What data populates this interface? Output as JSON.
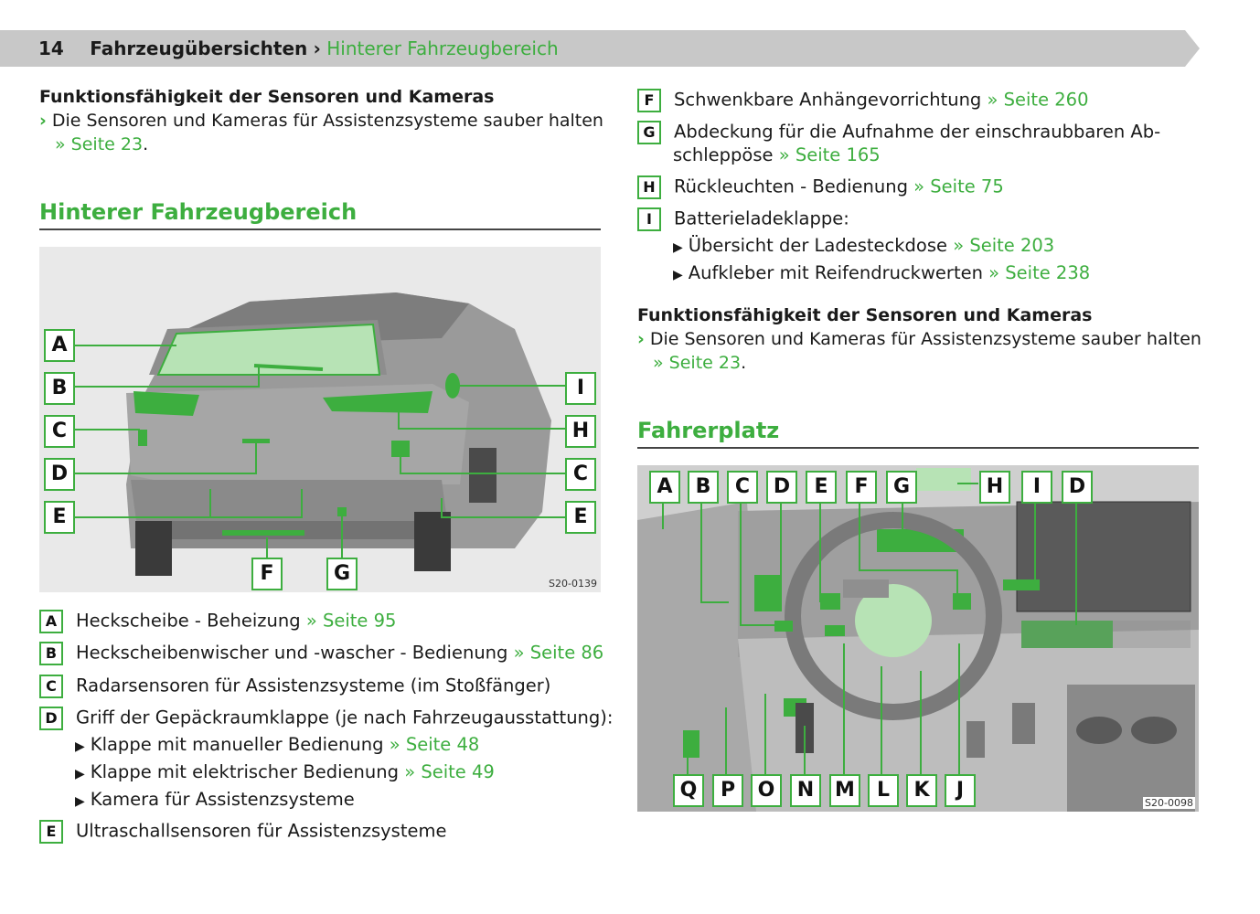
{
  "header": {
    "page_number": "14",
    "section": "Fahrzeugübersichten",
    "separator": "›",
    "subsection": "Hinterer Fahrzeugbereich"
  },
  "left_top": {
    "heading": "Funktionsfähigkeit der Sensoren und Kameras",
    "bullet_chevron": "›",
    "bullet_text": "Die Sensoren und Kameras für Assistenzsysteme sauber halten",
    "bullet_link": "» Seite 23",
    "bullet_end": "."
  },
  "rear_section": {
    "title": "Hinterer Fahrzeugbereich"
  },
  "rear_figure": {
    "code": "S20-0139",
    "labels_left": [
      "A",
      "B",
      "C",
      "D",
      "E"
    ],
    "labels_right": [
      "I",
      "H",
      "C",
      "E"
    ],
    "labels_bottom": [
      "F",
      "G"
    ]
  },
  "rear_legend": [
    {
      "key": "A",
      "text": "Heckscheibe - Beheizung",
      "link": "» Seite 95"
    },
    {
      "key": "B",
      "text": "Heckscheibenwischer und -wascher - Bedienung",
      "link": "» Seite 86"
    },
    {
      "key": "C",
      "text": "Radarsensoren für Assistenzsysteme (im Stoßfänger)",
      "link": ""
    },
    {
      "key": "D",
      "text": "Griff der Gepäckraumklappe (je nach Fahrzeugausstattung):",
      "link": ""
    },
    {
      "key": "E",
      "text": "Ultraschallsensoren für Assistenzsysteme",
      "link": ""
    }
  ],
  "rear_legend_d_sub": [
    {
      "text": "Klappe mit manueller Bedienung",
      "link": "» Seite 48"
    },
    {
      "text": "Klappe mit elektrischer Bedienung",
      "link": "» Seite 49"
    },
    {
      "text": "Kamera für Assistenzsysteme",
      "link": ""
    }
  ],
  "right_legend": [
    {
      "key": "F",
      "text": "Schwenkbare Anhängevorrichtung",
      "link": "» Seite 260"
    },
    {
      "key": "G",
      "text": "Abdeckung für die Aufnahme der einschraubbaren Ab-",
      "text2": "schleppöse",
      "link": "» Seite 165"
    },
    {
      "key": "H",
      "text": "Rückleuchten - Bedienung",
      "link": "» Seite 75"
    },
    {
      "key": "I",
      "text": "Batterieladeklappe:",
      "link": ""
    }
  ],
  "right_legend_i_sub": [
    {
      "text": "Übersicht der Ladesteckdose",
      "link": "» Seite 203"
    },
    {
      "text": "Aufkleber mit Reifendruckwerten",
      "link": "» Seite 238"
    }
  ],
  "right_mid": {
    "heading": "Funktionsfähigkeit der Sensoren und Kameras",
    "bullet_chevron": "›",
    "bullet_text": "Die Sensoren und Kameras für Assistenzsysteme sauber halten",
    "bullet_link": "» Seite 23",
    "bullet_end": "."
  },
  "driver_section": {
    "title": "Fahrerplatz"
  },
  "driver_figure": {
    "code": "S20-0098",
    "labels_top": [
      "A",
      "B",
      "C",
      "D",
      "E",
      "F",
      "G",
      "H",
      "I",
      "D"
    ],
    "labels_bottom": [
      "Q",
      "P",
      "O",
      "N",
      "M",
      "L",
      "K",
      "J"
    ]
  },
  "colors": {
    "accent": "#3dae3f",
    "header_bg": "#c8c8c8",
    "figure_bg": "#e9e9e9"
  }
}
